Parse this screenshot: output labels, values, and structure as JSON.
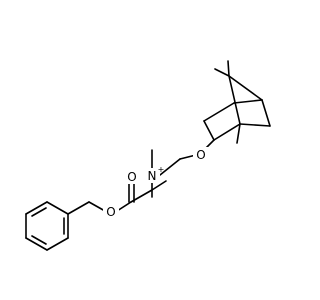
{
  "molecule": {
    "atoms": {
      "ester_oxygen": "O",
      "carbonyl_oxygen": "O",
      "ether_oxygen": "O",
      "ammonium_nitrogen": "N",
      "ammonium_charge": "+"
    },
    "line_color": "#000000",
    "background": "#ffffff"
  }
}
